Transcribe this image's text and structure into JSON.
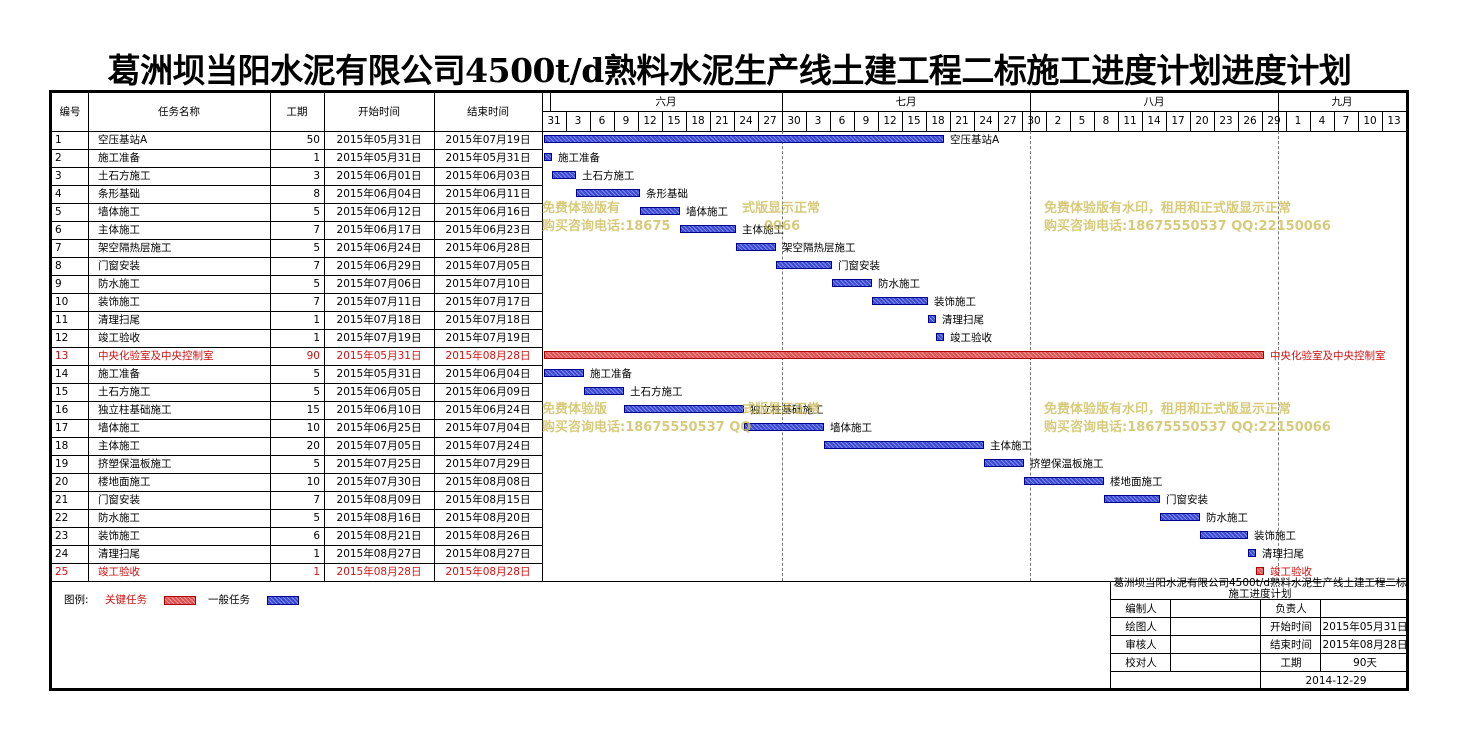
{
  "title": "葛洲坝当阳水泥有限公司4500t/d熟料水泥生产线土建工程二标施工进度计划进度计划",
  "headers": {
    "id": "编号",
    "name": "任务名称",
    "duration": "工期",
    "start": "开始时间",
    "end": "结束时间"
  },
  "months": [
    "六月",
    "七月",
    "八月",
    "九月"
  ],
  "days": [
    "31",
    "3",
    "6",
    "9",
    "12",
    "15",
    "18",
    "21",
    "24",
    "27",
    "30",
    "3",
    "6",
    "9",
    "12",
    "15",
    "18",
    "21",
    "24",
    "27",
    "30",
    "2",
    "5",
    "8",
    "11",
    "14",
    "17",
    "20",
    "23",
    "26",
    "29",
    "1",
    "4",
    "7",
    "10",
    "13"
  ],
  "tasks": [
    {
      "id": "1",
      "name": "空压基站A",
      "duration": "50",
      "start": "2015年05月31日",
      "end": "2015年07月19日",
      "offset": 0,
      "days": 50,
      "critical": false
    },
    {
      "id": "2",
      "name": "施工准备",
      "duration": "1",
      "start": "2015年05月31日",
      "end": "2015年05月31日",
      "offset": 0,
      "days": 1,
      "critical": false
    },
    {
      "id": "3",
      "name": "土石方施工",
      "duration": "3",
      "start": "2015年06月01日",
      "end": "2015年06月03日",
      "offset": 1,
      "days": 3,
      "critical": false
    },
    {
      "id": "4",
      "name": "条形基础",
      "duration": "8",
      "start": "2015年06月04日",
      "end": "2015年06月11日",
      "offset": 4,
      "days": 8,
      "critical": false
    },
    {
      "id": "5",
      "name": "墙体施工",
      "duration": "5",
      "start": "2015年06月12日",
      "end": "2015年06月16日",
      "offset": 12,
      "days": 5,
      "critical": false
    },
    {
      "id": "6",
      "name": "主体施工",
      "duration": "7",
      "start": "2015年06月17日",
      "end": "2015年06月23日",
      "offset": 17,
      "days": 7,
      "critical": false
    },
    {
      "id": "7",
      "name": "架空隔热层施工",
      "duration": "5",
      "start": "2015年06月24日",
      "end": "2015年06月28日",
      "offset": 24,
      "days": 5,
      "critical": false
    },
    {
      "id": "8",
      "name": "门窗安装",
      "duration": "7",
      "start": "2015年06月29日",
      "end": "2015年07月05日",
      "offset": 29,
      "days": 7,
      "critical": false
    },
    {
      "id": "9",
      "name": "防水施工",
      "duration": "5",
      "start": "2015年07月06日",
      "end": "2015年07月10日",
      "offset": 36,
      "days": 5,
      "critical": false
    },
    {
      "id": "10",
      "name": "装饰施工",
      "duration": "7",
      "start": "2015年07月11日",
      "end": "2015年07月17日",
      "offset": 41,
      "days": 7,
      "critical": false
    },
    {
      "id": "11",
      "name": "清理扫尾",
      "duration": "1",
      "start": "2015年07月18日",
      "end": "2015年07月18日",
      "offset": 48,
      "days": 1,
      "critical": false
    },
    {
      "id": "12",
      "name": "竣工验收",
      "duration": "1",
      "start": "2015年07月19日",
      "end": "2015年07月19日",
      "offset": 49,
      "days": 1,
      "critical": false
    },
    {
      "id": "13",
      "name": "中央化验室及中央控制室",
      "duration": "90",
      "start": "2015年05月31日",
      "end": "2015年08月28日",
      "offset": 0,
      "days": 90,
      "critical": true
    },
    {
      "id": "14",
      "name": "施工准备",
      "duration": "5",
      "start": "2015年05月31日",
      "end": "2015年06月04日",
      "offset": 0,
      "days": 5,
      "critical": false
    },
    {
      "id": "15",
      "name": "土石方施工",
      "duration": "5",
      "start": "2015年06月05日",
      "end": "2015年06月09日",
      "offset": 5,
      "days": 5,
      "critical": false
    },
    {
      "id": "16",
      "name": "独立柱基础施工",
      "duration": "15",
      "start": "2015年06月10日",
      "end": "2015年06月24日",
      "offset": 10,
      "days": 15,
      "critical": false
    },
    {
      "id": "17",
      "name": "墙体施工",
      "duration": "10",
      "start": "2015年06月25日",
      "end": "2015年07月04日",
      "offset": 25,
      "days": 10,
      "critical": false
    },
    {
      "id": "18",
      "name": "主体施工",
      "duration": "20",
      "start": "2015年07月05日",
      "end": "2015年07月24日",
      "offset": 35,
      "days": 20,
      "critical": false
    },
    {
      "id": "19",
      "name": "挤塑保温板施工",
      "duration": "5",
      "start": "2015年07月25日",
      "end": "2015年07月29日",
      "offset": 55,
      "days": 5,
      "critical": false
    },
    {
      "id": "20",
      "name": "楼地面施工",
      "duration": "10",
      "start": "2015年07月30日",
      "end": "2015年08月08日",
      "offset": 60,
      "days": 10,
      "critical": false
    },
    {
      "id": "21",
      "name": "门窗安装",
      "duration": "7",
      "start": "2015年08月09日",
      "end": "2015年08月15日",
      "offset": 70,
      "days": 7,
      "critical": false
    },
    {
      "id": "22",
      "name": "防水施工",
      "duration": "5",
      "start": "2015年08月16日",
      "end": "2015年08月20日",
      "offset": 77,
      "days": 5,
      "critical": false
    },
    {
      "id": "23",
      "name": "装饰施工",
      "duration": "6",
      "start": "2015年08月21日",
      "end": "2015年08月26日",
      "offset": 82,
      "days": 6,
      "critical": false
    },
    {
      "id": "24",
      "name": "清理扫尾",
      "duration": "1",
      "start": "2015年08月27日",
      "end": "2015年08月27日",
      "offset": 88,
      "days": 1,
      "critical": false
    },
    {
      "id": "25",
      "name": "竣工验收",
      "duration": "1",
      "start": "2015年08月28日",
      "end": "2015年08月28日",
      "offset": 89,
      "days": 1,
      "critical": true
    }
  ],
  "watermark": {
    "line1": "免费体验版有水印，租用和正式版显示正常",
    "line2": "购买咨询电话:18675550537 QQ:22150066",
    "line1_partial": "免费体验版有",
    "line2_partial": "购买咨询电话:18675",
    "line2_tail": "0066",
    "line1_short": "免费体验版",
    "line1_tail": "式版显示正常",
    "line2_short": "购买咨询电话:18675550537 QQ"
  },
  "legend": {
    "label": "图例:",
    "critical": "关键任务",
    "normal": "一般任务"
  },
  "colors": {
    "critical": "#e05050",
    "normal": "#3949d6",
    "watermark": "#cdbe5a"
  },
  "titleblock": {
    "project": "葛洲坝当阳水泥有限公司4500t/d熟料水泥生产线土建工程二标施工进度计划",
    "editor_label": "编制人",
    "owner_label": "负责人",
    "drawer_label": "绘图人",
    "start_label": "开始时间",
    "start_value": "2015年05月31日",
    "reviewer_label": "审核人",
    "end_label": "结束时间",
    "end_value": "2015年08月28日",
    "checker_label": "校对人",
    "duration_label": "工期",
    "duration_value": "90天",
    "date": "2014-12-29"
  }
}
